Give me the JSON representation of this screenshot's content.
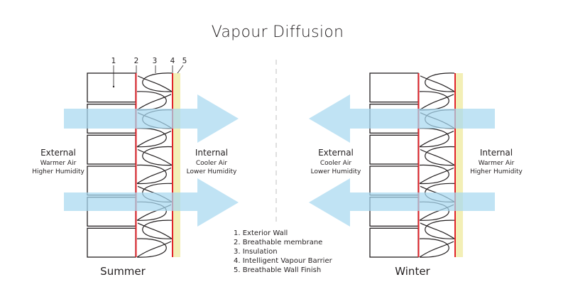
{
  "title": "Vapour Diffusion",
  "colors": {
    "arrow": "#a8d8f0",
    "membrane": "#e0242b",
    "finish": "#f3efb6",
    "line": "#231f20",
    "divider": "#bfbfbf"
  },
  "layer_numbers": [
    "1",
    "2",
    "3",
    "4",
    "5"
  ],
  "panels": [
    {
      "id": "summer",
      "label": "Summer",
      "flow_direction": "external-to-internal",
      "external": {
        "heading": "External",
        "line1": "Warmer Air",
        "line2": "Higher Humidity"
      },
      "internal": {
        "heading": "Internal",
        "line1": "Cooler Air",
        "line2": "Lower Humidity"
      }
    },
    {
      "id": "winter",
      "label": "Winter",
      "flow_direction": "internal-to-external",
      "external": {
        "heading": "External",
        "line1": "Cooler Air",
        "line2": "Lower Humidity"
      },
      "internal": {
        "heading": "Internal",
        "line1": "Warmer Air",
        "line2": "Higher Humidity"
      }
    }
  ],
  "legend": [
    "1. Exterior Wall",
    "2. Breathable membrane",
    "3. Insulation",
    "4. Intelligent Vapour Barrier",
    "5. Breathable Wall Finish"
  ]
}
